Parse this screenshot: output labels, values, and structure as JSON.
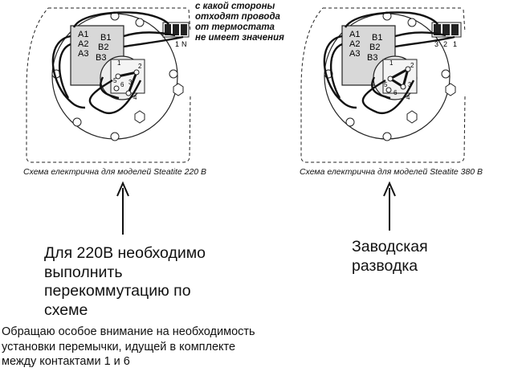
{
  "note": "с какой стороны\nотходят провода\nот термостата\nне имеет значения",
  "left_diagram": {
    "caption": "Схема електрична для моделей Steatite 220 В",
    "terminals_left": [
      "A1",
      "A2",
      "A3"
    ],
    "terminals_right": [
      "B1",
      "B2",
      "B3"
    ],
    "thermostat_numbers": [
      "1",
      "2",
      "3",
      "4",
      "5",
      "6"
    ],
    "power_labels": [
      "1",
      "N"
    ]
  },
  "right_diagram": {
    "caption": "Схема електрична для моделей Steatite 380 В",
    "terminals_left": [
      "A1",
      "A2",
      "A3"
    ],
    "terminals_right": [
      "B1",
      "B2",
      "B3"
    ],
    "thermostat_numbers": [
      "1",
      "2",
      "3",
      "4",
      "5",
      "6"
    ],
    "power_labels": [
      "3",
      "2",
      "1"
    ]
  },
  "annotation_left": "Для 220В необходимо\nвыполнить\nперекоммутацию по\nсхеме",
  "annotation_right": "Заводская\nразводка",
  "bottom_note": "Обращаю особое внимание на необходимость\nустановки перемычки, идущей в комплекте\nмежду контактами 1 и 6"
}
